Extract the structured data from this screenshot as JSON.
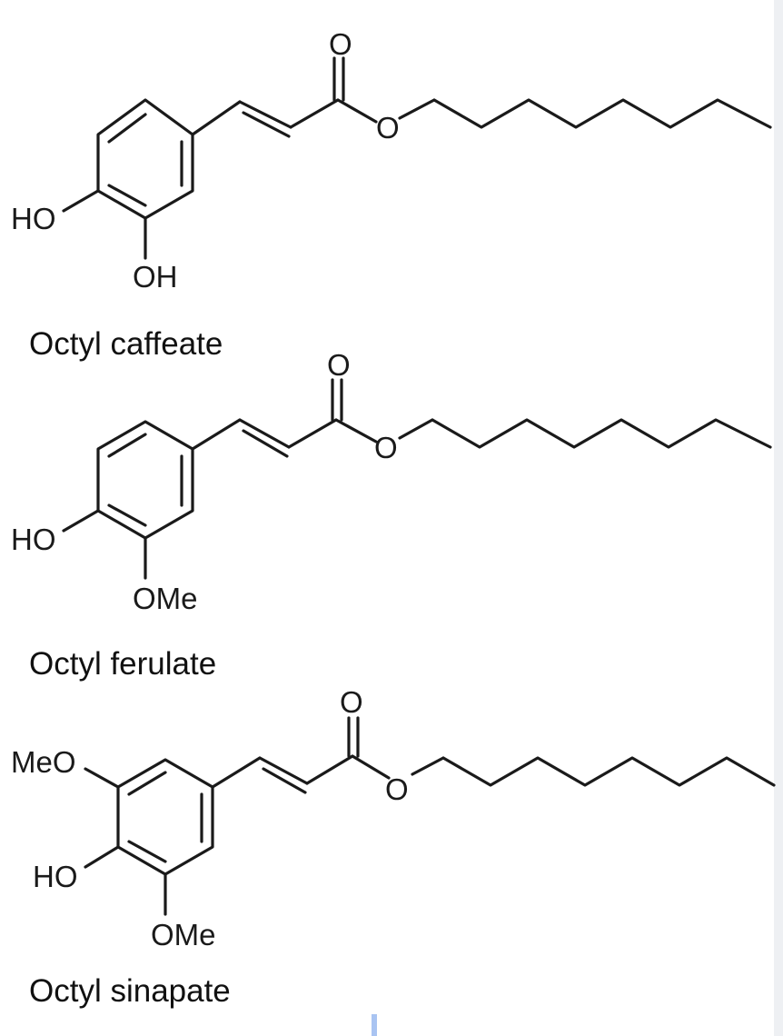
{
  "figure": {
    "compounds": [
      {
        "name": "Octyl caffeate",
        "labels": {
          "carbonyl_o": "O",
          "ester_o": "O",
          "ring_left": "HO",
          "ring_bottom": "OH"
        }
      },
      {
        "name": "Octyl ferulate",
        "labels": {
          "carbonyl_o": "O",
          "ester_o": "O",
          "ring_left": "HO",
          "ring_bottom": "OMe"
        }
      },
      {
        "name": "Octyl sinapate",
        "labels": {
          "carbonyl_o": "O",
          "ester_o": "O",
          "ring_top_left": "MeO",
          "ring_left": "HO",
          "ring_bottom": "OMe"
        }
      }
    ]
  }
}
